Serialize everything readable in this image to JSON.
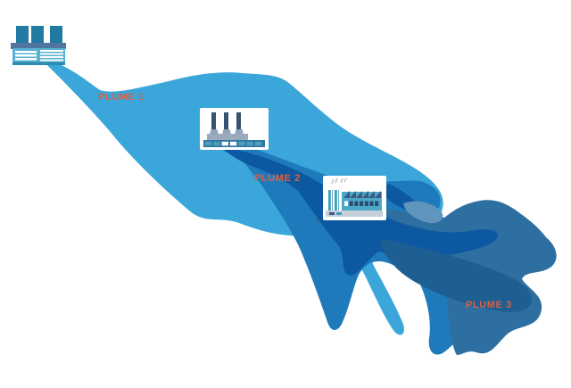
{
  "diagram": {
    "labels": {
      "plume1": "PLUME 1",
      "plume2": "PLUME 2",
      "plume3": "PLUME 3"
    }
  },
  "colors": {
    "background": "#FFFFFF",
    "plume1_light": "#3AA6DA",
    "plume2_mid": "#1E7ABB",
    "plume3_steel": "#2E6FA2",
    "overlap_dark": "#0C58A1",
    "core_dark": "#1D5E93",
    "edge_wisp": "#6096BE",
    "label_text": "#DE6040",
    "card_white": "#FFFFFF",
    "factory1": {
      "chimney": "#2279A2",
      "roof": "#50759E",
      "body": "#58B2D3",
      "base": "#2E8BB0"
    },
    "factory2": {
      "chimney": "#33536F",
      "stand_gray": "#9BAABD",
      "bar": "#2F77A4",
      "window_teal": "#4E9FB8"
    },
    "factory3": {
      "teal": "#4BA8C6",
      "navy": "#3B5B82",
      "window_navy": "#2C4A6E",
      "base_gray": "#C4CFDA",
      "smoke": "#B9C3CC"
    }
  },
  "icons": {
    "factory1": "factory-smokestack-icon",
    "factory2": "factory-chimneys-icon",
    "factory3": "factory-sawtooth-icon"
  }
}
